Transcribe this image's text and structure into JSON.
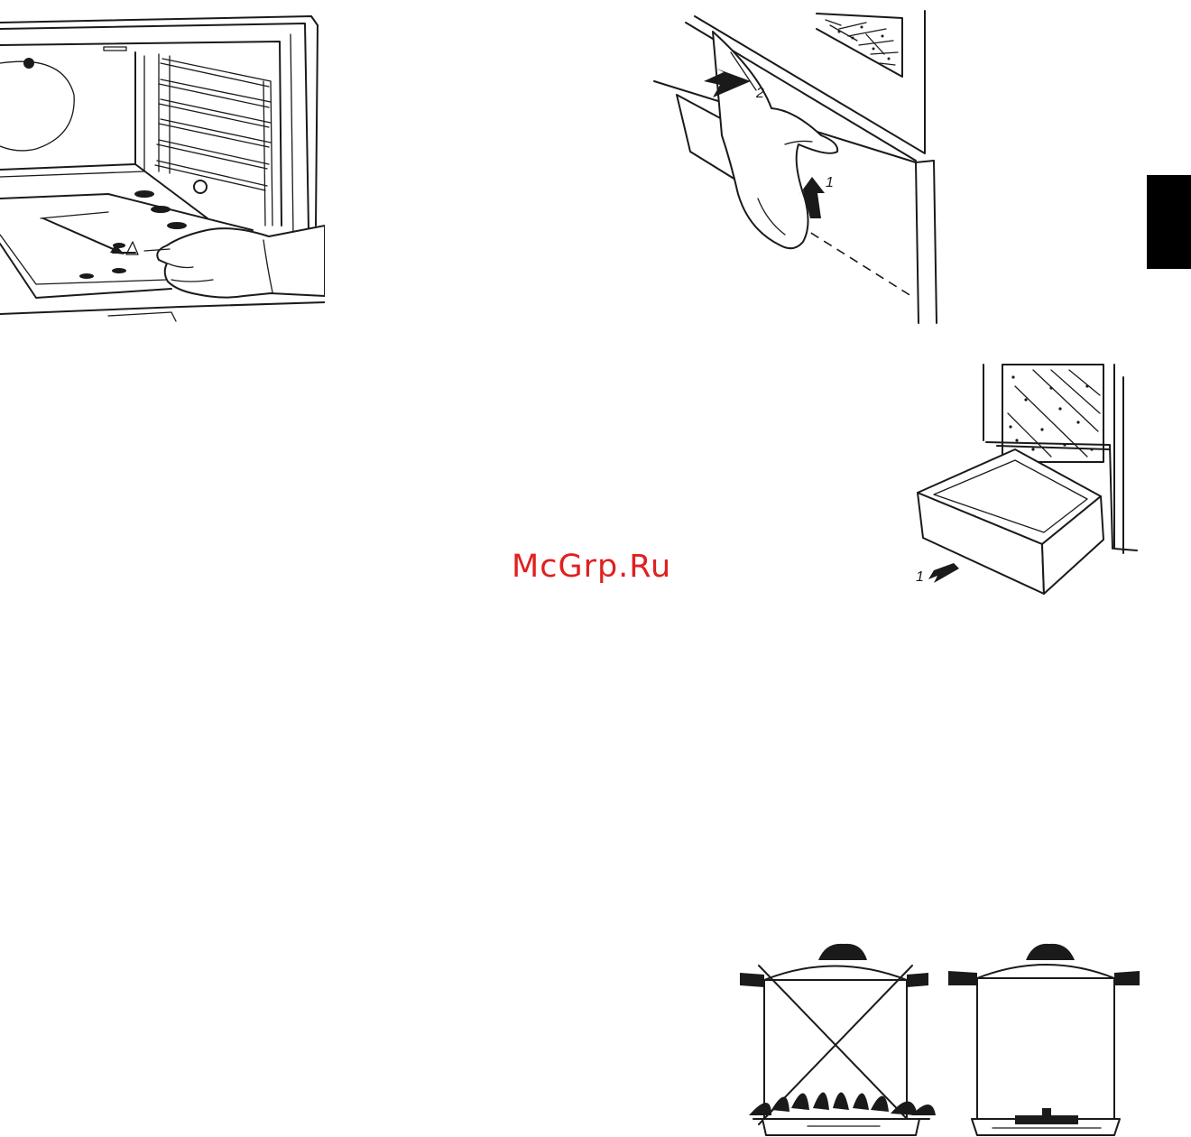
{
  "watermark": {
    "text": "McGrp.Ru"
  },
  "figures": {
    "oven_interior": {
      "icon": "oven-interior-hand-icon"
    },
    "plinth_removal": {
      "step_1": "1",
      "step_2": "2",
      "icon": "plinth-removal-hand-icon"
    },
    "storage_drawer": {
      "step_1": "1",
      "icon": "storage-drawer-icon"
    },
    "pan_on_burner": {
      "icon": "pan-on-burner-icon"
    }
  },
  "colors": {
    "watermark": "#e02020",
    "ink": "#1a1a1a",
    "tab": "#000000",
    "paper": "#ffffff"
  }
}
